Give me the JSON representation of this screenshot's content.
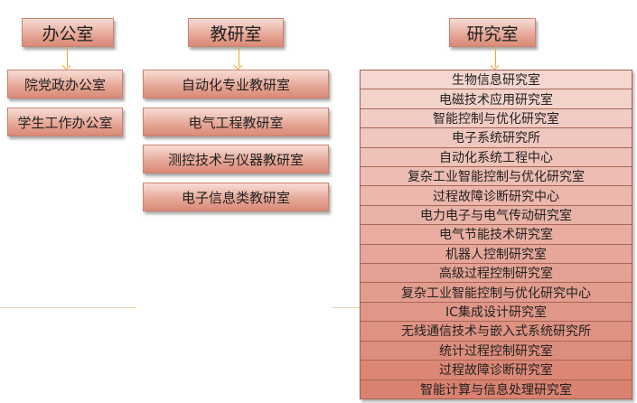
{
  "office": {
    "title": "办公室",
    "items": [
      "院党政办公室",
      "学生工作办公室"
    ]
  },
  "teaching": {
    "title": "教研室",
    "items": [
      "自动化专业教研室",
      "电气工程教研室",
      "测控技术与仪器教研室",
      "电子信息类教研室"
    ]
  },
  "research": {
    "title": "研究室",
    "items": [
      "生物信息研究室",
      "电磁技术应用研究室",
      "智能控制与优化研究室",
      "电子系统研究所",
      "自动化系统工程中心",
      "复杂工业智能控制与优化研究室",
      "过程故障诊断研究中心",
      "电力电子与电气传动研究室",
      "电气节能技术研究室",
      "机器人控制研究室",
      "高级过程控制研究室",
      "复杂工业智能控制与优化研究中心",
      "IC集成设计研究室",
      "无线通信技术与嵌入式系统研究所",
      "统计过程控制研究室",
      "过程故障诊断研究室",
      "智能计算与信息处理研究室"
    ]
  }
}
